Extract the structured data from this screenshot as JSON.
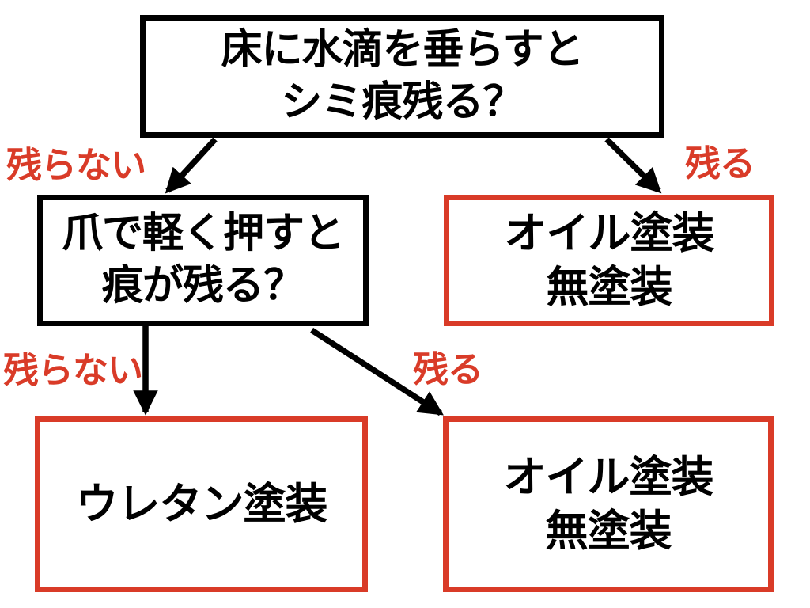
{
  "diagram": {
    "title_hint": "wood-floor-finish-identification-flowchart",
    "colors": {
      "background": "#ffffff",
      "question_border": "#000000",
      "result_border": "#d93b28",
      "edge_label": "#d93b28",
      "arrow": "#000000",
      "text": "#000000"
    },
    "nodes": {
      "q1": {
        "type": "question",
        "lines": {
          "0": "床に水滴を垂らすと",
          "1": "シミ痕残る？"
        }
      },
      "q2": {
        "type": "question",
        "lines": {
          "0": "爪で軽く押すと",
          "1": "痕が残る？"
        }
      },
      "r1": {
        "type": "result",
        "lines": {
          "0": "オイル塗装",
          "1": "無塗装"
        }
      },
      "r2": {
        "type": "result",
        "lines": {
          "0": "ウレタン塗装"
        }
      },
      "r3": {
        "type": "result",
        "lines": {
          "0": "オイル塗装",
          "1": "無塗装"
        }
      }
    },
    "edges": {
      "e1": {
        "from": "q1",
        "to": "q2",
        "label": "残らない"
      },
      "e2": {
        "from": "q1",
        "to": "r1",
        "label": "残る"
      },
      "e3": {
        "from": "q2",
        "to": "r2",
        "label": "残らない"
      },
      "e4": {
        "from": "q2",
        "to": "r3",
        "label": "残る"
      }
    }
  }
}
